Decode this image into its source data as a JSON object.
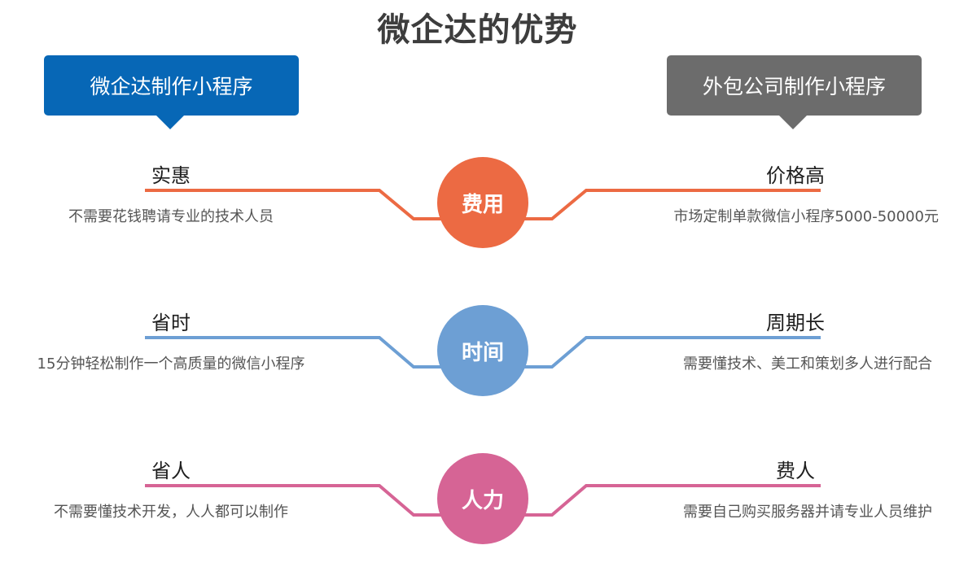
{
  "title": "微企达的优势",
  "left_callout": {
    "label": "微企达制作小程序",
    "color": "#0767b6"
  },
  "right_callout": {
    "label": "外包公司制作小程序",
    "color": "#6c6c6c"
  },
  "rows": [
    {
      "center": "费用",
      "color": "#ec6a43",
      "left_heading": "实惠",
      "left_desc": "不需要花钱聘请专业的技术人员",
      "right_heading": "价格高",
      "right_desc": "市场定制单款微信小程序5000-50000元"
    },
    {
      "center": "时间",
      "color": "#6d9fd4",
      "left_heading": "省时",
      "left_desc": "15分钟轻松制作一个高质量的微信小程序",
      "right_heading": "周期长",
      "right_desc": "需要懂技术、美工和策划多人进行配合"
    },
    {
      "center": "人力",
      "color": "#d66495",
      "left_heading": "省人",
      "left_desc": "不需要懂技术开发，人人都可以制作",
      "right_heading": "费人",
      "right_desc": "需要自己购买服务器并请专业人员维护"
    }
  ]
}
